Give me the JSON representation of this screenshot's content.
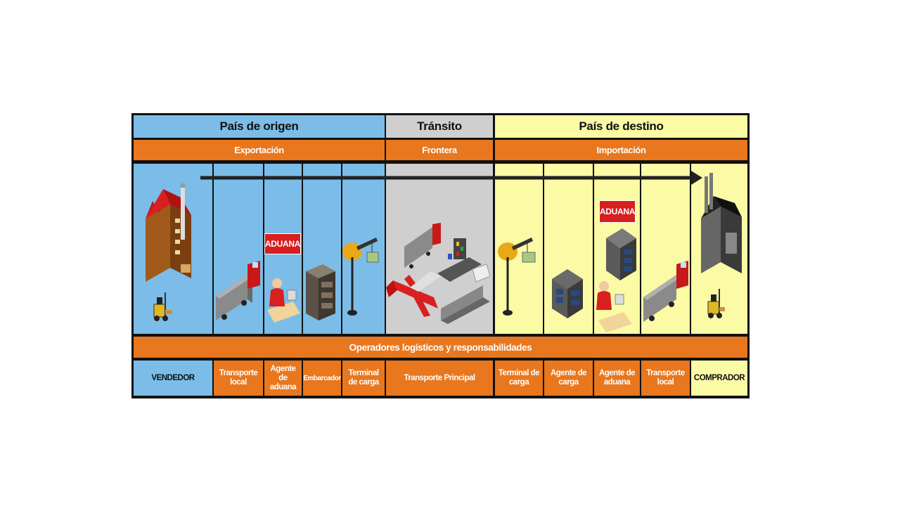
{
  "regions": {
    "origin": "País de origen",
    "transit": "Tránsito",
    "destination": "País de destino"
  },
  "phases": {
    "export": "Exportación",
    "border": "Frontera",
    "import": "Importación"
  },
  "aduana_label": "ADUANA",
  "operators_title": "Operadores logísticos y responsabilidades",
  "roles": {
    "vendedor": "VENDEDOR",
    "transporte_local_origen": "Transporte local",
    "agente_aduana_origen": "Agente de aduana",
    "embarcador": "Embarcador",
    "terminal_carga_origen": "Terminal de carga",
    "transporte_principal": "Transporte Principal",
    "terminal_carga_destino": "Terminal de carga",
    "agente_carga": "Agente de carga",
    "agente_aduana_destino": "Agente de aduana",
    "transporte_local_destino": "Transporte local",
    "comprador": "COMPRADOR"
  },
  "colors": {
    "origin": "#7bbde8",
    "transit": "#cfcfcf",
    "destination": "#fbfaa5",
    "orange": "#e8771e",
    "aduana": "#d81e1e"
  },
  "icons": [
    "factory-icon",
    "forklift-icon",
    "truck-icon",
    "customs-officer-icon",
    "warehouse-icon",
    "crane-icon",
    "airplane-icon",
    "ship-icon",
    "train-icon"
  ]
}
